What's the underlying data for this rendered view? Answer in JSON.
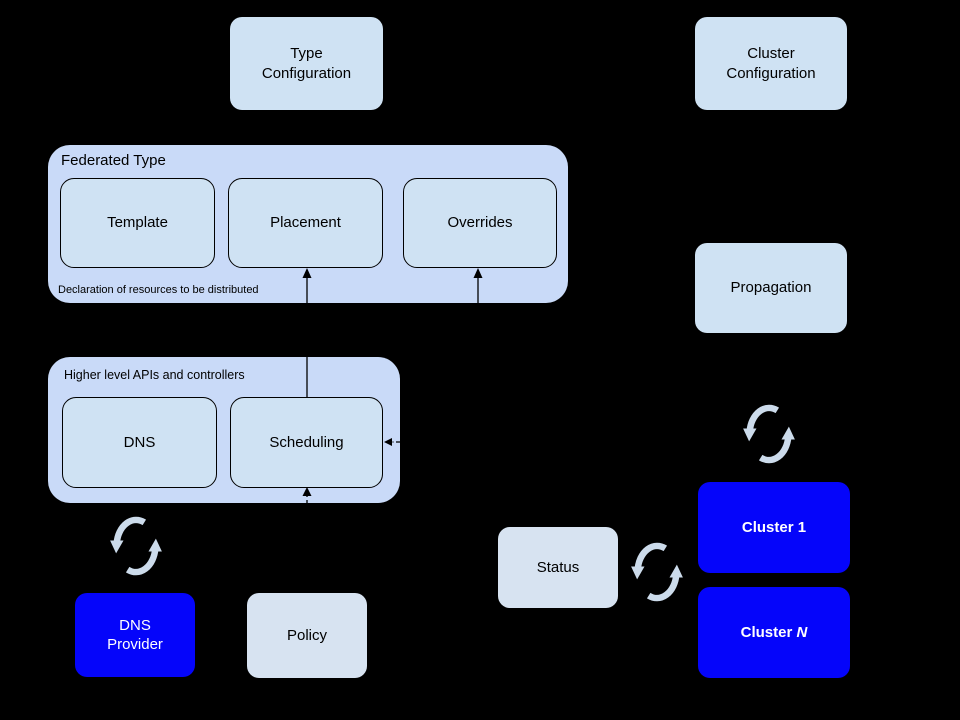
{
  "colors": {
    "background": "#000000",
    "node_fill": "#cfe2f3",
    "container_fill": "#c9daf8",
    "muted_node_fill": "#d7e3f1",
    "primary_blue": "#0505fa",
    "node_border": "#000000",
    "text_dark": "#000000",
    "text_light": "#ffffff",
    "sync_icon": "#ccdbeb",
    "arrow": "#000000"
  },
  "diagram": {
    "nodes": {
      "type_configuration": "Type\nConfiguration",
      "cluster_configuration": "Cluster\nConfiguration",
      "template": "Template",
      "placement": "Placement",
      "overrides": "Overrides",
      "propagation": "Propagation",
      "dns": "DNS",
      "scheduling": "Scheduling",
      "dns_provider": "DNS\nProvider",
      "policy": "Policy",
      "status": "Status",
      "cluster_1": "Cluster 1",
      "cluster_n_prefix": "Cluster",
      "cluster_n_suffix": "N"
    },
    "groups": {
      "federated_type": {
        "label": "Federated Type",
        "caption": "Declaration of resources to be distributed"
      },
      "higher_level": {
        "label": "Higher level APIs and controllers"
      }
    },
    "icons": {
      "sync": "sync-icon"
    }
  }
}
